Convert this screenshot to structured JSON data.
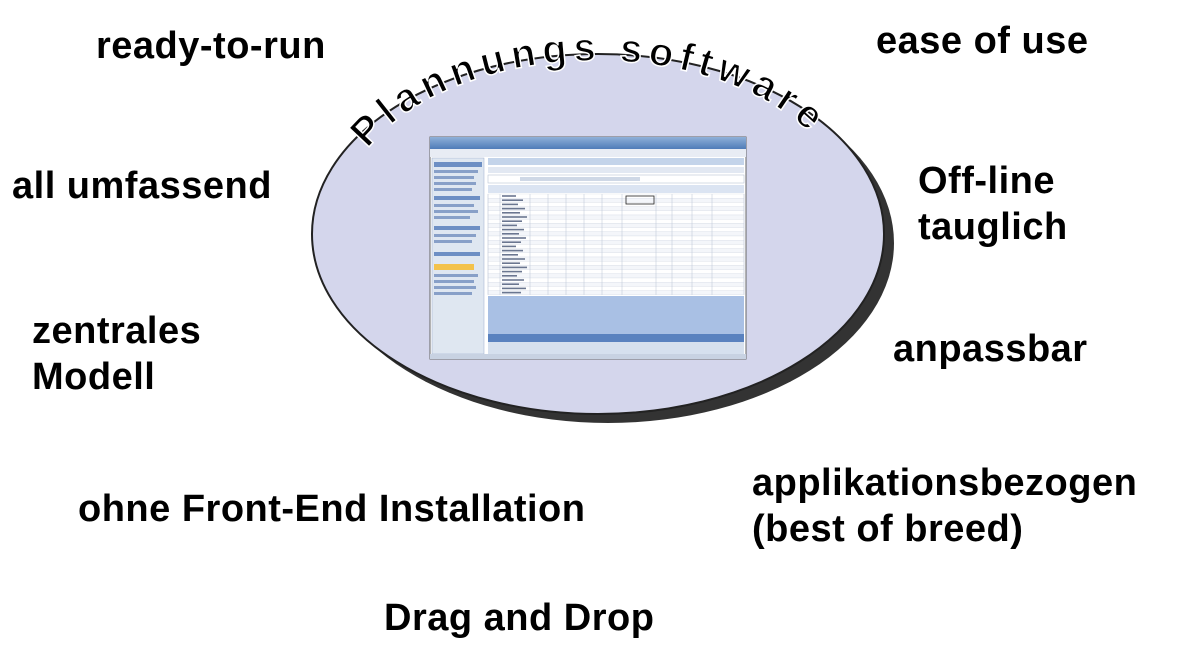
{
  "title": {
    "letters": [
      "P",
      "l",
      "a",
      "n",
      "n",
      "u",
      "n",
      "g",
      "s",
      " ",
      "s",
      "o",
      "f",
      "t",
      "w",
      "a",
      "r",
      "e"
    ]
  },
  "features": {
    "ready_to_run": "ready-to-run",
    "ease_of_use": "ease of use",
    "all_umfassend": "all umfassend",
    "offline_line1": "Off-line",
    "offline_line2": "tauglich",
    "zentrales_line1": "zentrales",
    "zentrales_line2": "Modell",
    "anpassbar": "anpassbar",
    "ohne_frontend": "ohne Front-End Installation",
    "applikations_line1": "applikationsbezogen",
    "applikations_line2": "(best of breed)",
    "drag_drop": "Drag and Drop"
  },
  "colors": {
    "ellipse_fill": "#d4d6ec",
    "ellipse_shadow": "#3a3a3a",
    "title_text": "#000000",
    "title_outline": "#ffffff"
  }
}
